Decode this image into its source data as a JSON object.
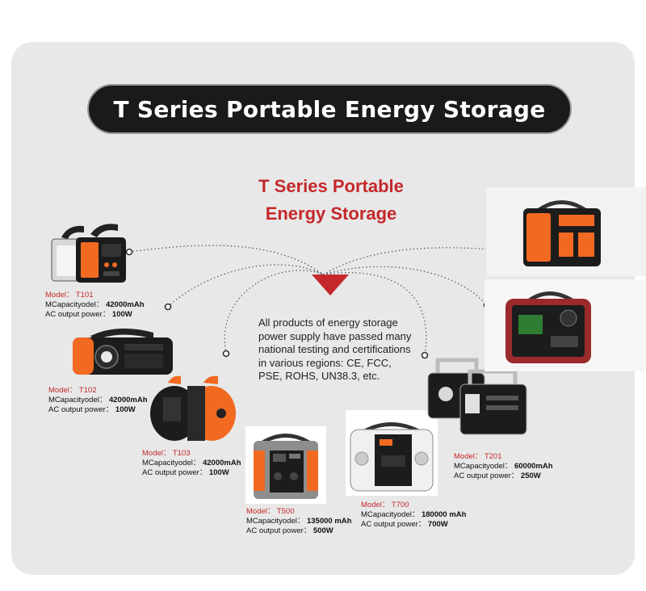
{
  "header": {
    "title": "T Series Portable Energy Storage"
  },
  "center": {
    "title_line1": "T Series Portable",
    "title_line2": "Energy Storage"
  },
  "description": "All products of energy storage power supply have passed many national testing and certifications in various regions: CE, FCC, PSE, ROHS, UN38.3, etc.",
  "colors": {
    "accent_red": "#c4282a",
    "banner_bg": "#1a1a1a",
    "panel_bg": "#e8e8e8",
    "orange": "#f26a21"
  },
  "products": {
    "t101": {
      "model": "Model： T101",
      "capacity_label": "MCapacityodel：",
      "capacity": "42000mAh",
      "power_label": "AC output power：",
      "power": "100W"
    },
    "t102": {
      "model": "Model： T102",
      "capacity_label": "MCapacityodel：",
      "capacity": "42000mAh",
      "power_label": "AC output power：",
      "power": "100W"
    },
    "t103": {
      "model": "Model： T103",
      "capacity_label": "MCapacityodel：",
      "capacity": "42000mAh",
      "power_label": "AC output power：",
      "power": "100W"
    },
    "t500": {
      "model": "Model： T500",
      "capacity_label": "MCapacityodel：",
      "capacity": "135000 mAh",
      "power_label": "AC output power：",
      "power": "500W"
    },
    "t700": {
      "model": "Model： T700",
      "capacity_label": "MCapacityodel：",
      "capacity": "180000 mAh",
      "power_label": "AC output power：",
      "power": "700W"
    },
    "t201": {
      "model": "Model： T201",
      "capacity_label": "MCapacityodel：",
      "capacity": "60000mAh",
      "power_label": "AC output power：",
      "power": "250W"
    }
  }
}
